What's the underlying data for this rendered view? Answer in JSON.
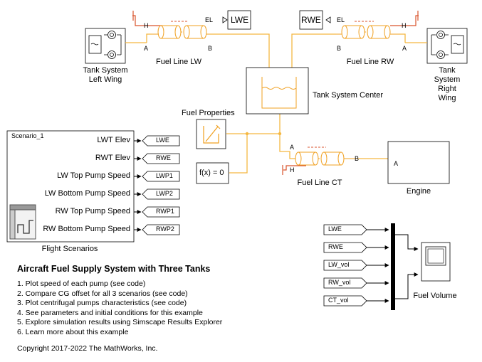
{
  "colors": {
    "physical_line": "#f5b842",
    "physical_block": "#f0a020",
    "thermal": "#d9532c",
    "signal": "#000000"
  },
  "blocks": {
    "tank_left": {
      "label": "Tank System\nLeft Wing",
      "port": "A",
      "icon": "tank-system-icon"
    },
    "tank_right": {
      "label": "Tank System\nRight Wing",
      "port": "A",
      "icon": "tank-system-icon"
    },
    "tank_center": {
      "label": "Tank System Center",
      "icon": "fuel-tank-icon"
    },
    "fuel_line_lw": {
      "label": "Fuel Line LW",
      "port_a": "A",
      "port_b": "B",
      "port_h": "H",
      "port_el": "EL",
      "icon": "pipe-icon"
    },
    "fuel_line_rw": {
      "label": "Fuel Line RW",
      "port_a": "A",
      "port_b": "B",
      "port_h": "H",
      "port_el": "EL",
      "icon": "pipe-icon"
    },
    "fuel_line_ct": {
      "label": "Fuel Line CT",
      "port_a": "A",
      "port_b": "B",
      "port_h": "H",
      "icon": "pipe-icon"
    },
    "fuel_properties": {
      "label": "Fuel Properties",
      "icon": "fluid-properties-icon"
    },
    "solver": {
      "label": "f(x) = 0"
    },
    "engine": {
      "label": "Engine",
      "port": "A"
    },
    "lwe_from": {
      "label": "LWE"
    },
    "rwe_from": {
      "label": "RWE"
    },
    "scenario": {
      "name": "Scenario_1",
      "label": "Flight Scenarios",
      "icon": "signal-editor-icon",
      "outputs": [
        "LWT Elev",
        "RWT Elev",
        "LW Top Pump Speed",
        "LW Bottom Pump Speed",
        "RW Top Pump Speed",
        "RW Bottom Pump Speed"
      ],
      "goto_tags": [
        "LWE",
        "RWE",
        "LWP1",
        "LWP2",
        "RWP1",
        "RWP2"
      ]
    },
    "scope_inputs": [
      "LWE",
      "RWE",
      "LW_vol",
      "RW_vol",
      "CT_vol"
    ],
    "scope": {
      "label": "Fuel Volume",
      "icon": "scope-icon"
    }
  },
  "notes": {
    "title": "Aircraft Fuel Supply System with Three Tanks",
    "items": [
      "1. Plot speed of each pump (see code)",
      "2. Compare CG offset for all 3 scenarios (see code)",
      "3. Plot centrifugal pumps characteristics (see code)",
      "4. See parameters and initial conditions for this example",
      "5. Explore simulation results using Simscape Results Explorer",
      "6. Learn more about this example"
    ],
    "copyright": "Copyright 2017-2022 The MathWorks, Inc."
  }
}
